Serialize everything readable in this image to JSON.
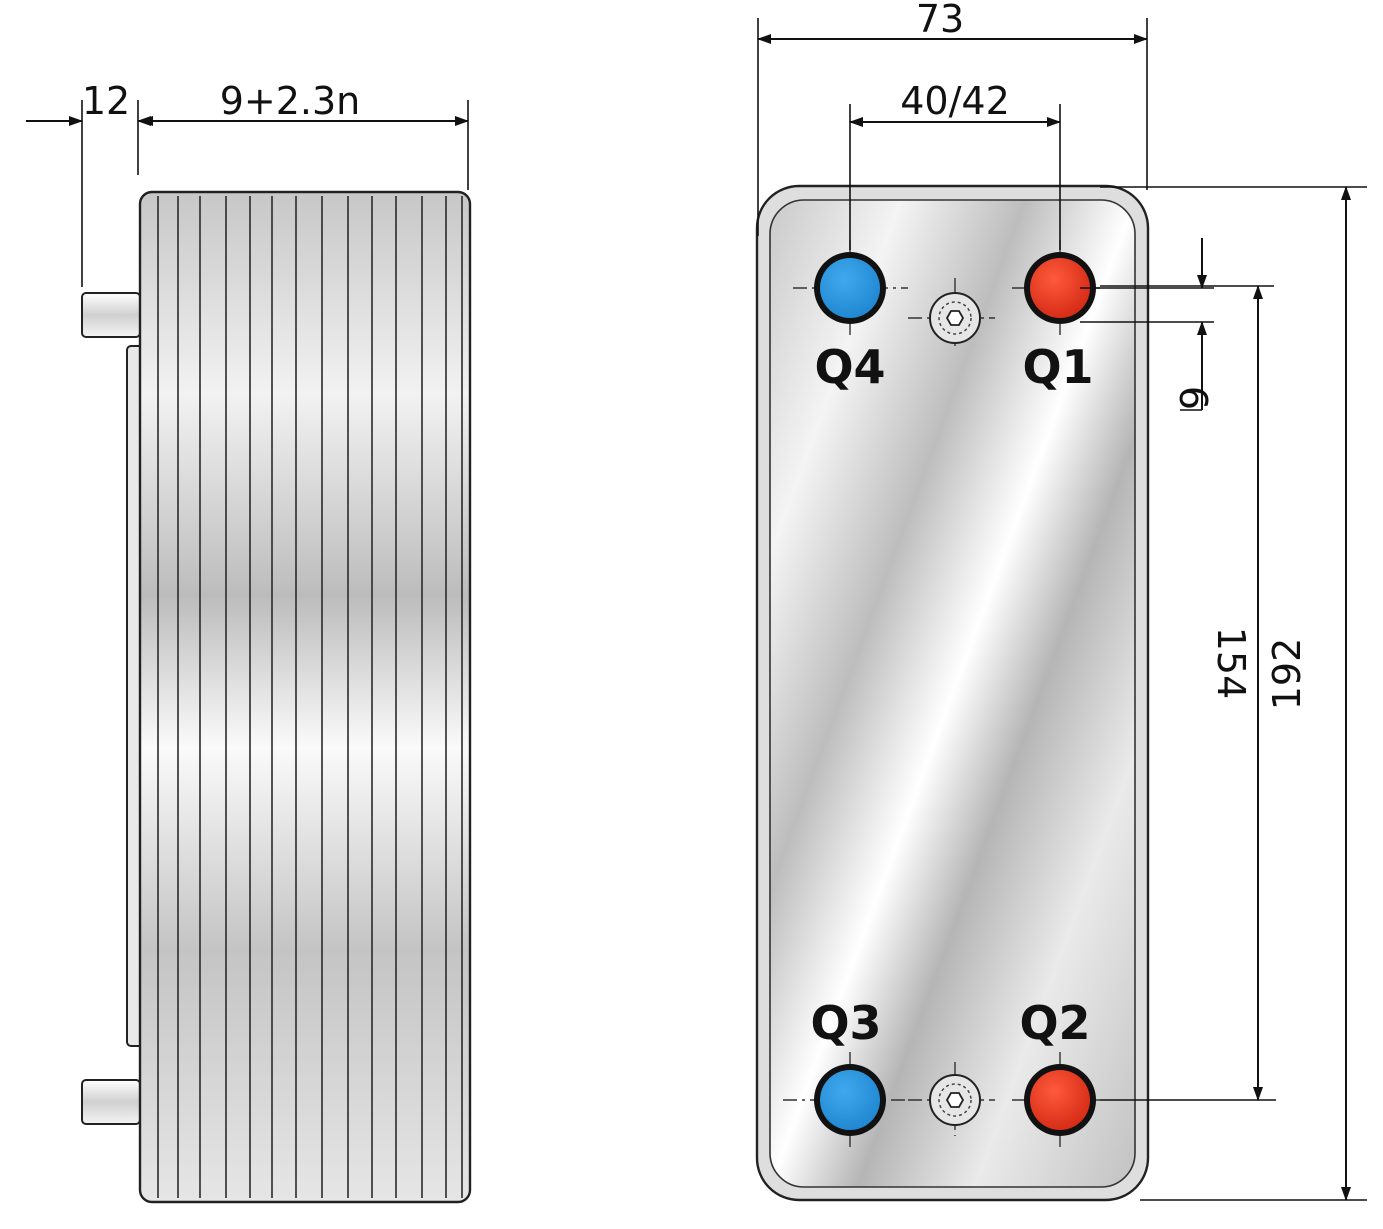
{
  "side_view": {
    "dim_bolt": "12",
    "dim_pack": "9+2.3n"
  },
  "front_view": {
    "dim_width": "73",
    "dim_port_spacing": "40/42",
    "dim_port_diameter": "6",
    "dim_port_height": "154",
    "dim_height": "192",
    "ports": [
      {
        "label": "Q1",
        "color": "#e8331c"
      },
      {
        "label": "Q2",
        "color": "#e8331c"
      },
      {
        "label": "Q3",
        "color": "#2b95dd"
      },
      {
        "label": "Q4",
        "color": "#2b95dd"
      }
    ]
  }
}
